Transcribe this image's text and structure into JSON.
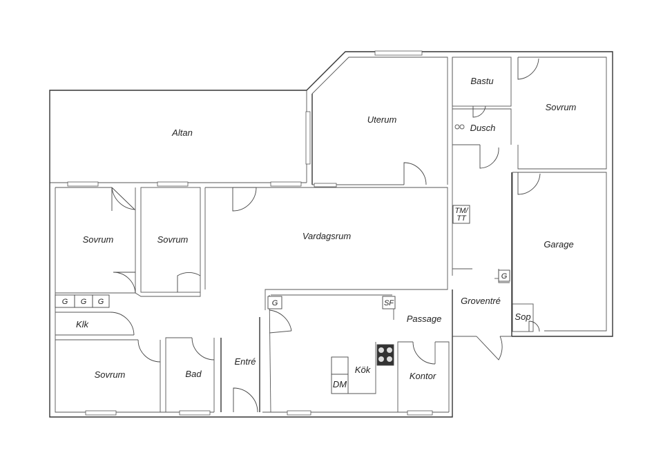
{
  "rooms": {
    "altan": "Altan",
    "uterum": "Uterum",
    "bastu": "Bastu",
    "dusch": "Dusch",
    "sovrum_ne": "Sovrum",
    "sovrum_w1": "Sovrum",
    "sovrum_w2": "Sovrum",
    "vardagsrum": "Vardagsrum",
    "garage": "Garage",
    "tmtt_line1": "TM/",
    "tmtt_line2": "TT",
    "groventre": "Groventré",
    "passage": "Passage",
    "sop": "Sop",
    "klk": "Klk",
    "sovrum_sw": "Sovrum",
    "bad": "Bad",
    "entre": "Entré",
    "kok": "Kök",
    "dm": "DM",
    "kontor": "Kontor",
    "sf": "SF"
  },
  "closets": {
    "g1": "G",
    "g2": "G",
    "g3": "G",
    "g_kitchen": "G",
    "g_groventre": "G"
  }
}
